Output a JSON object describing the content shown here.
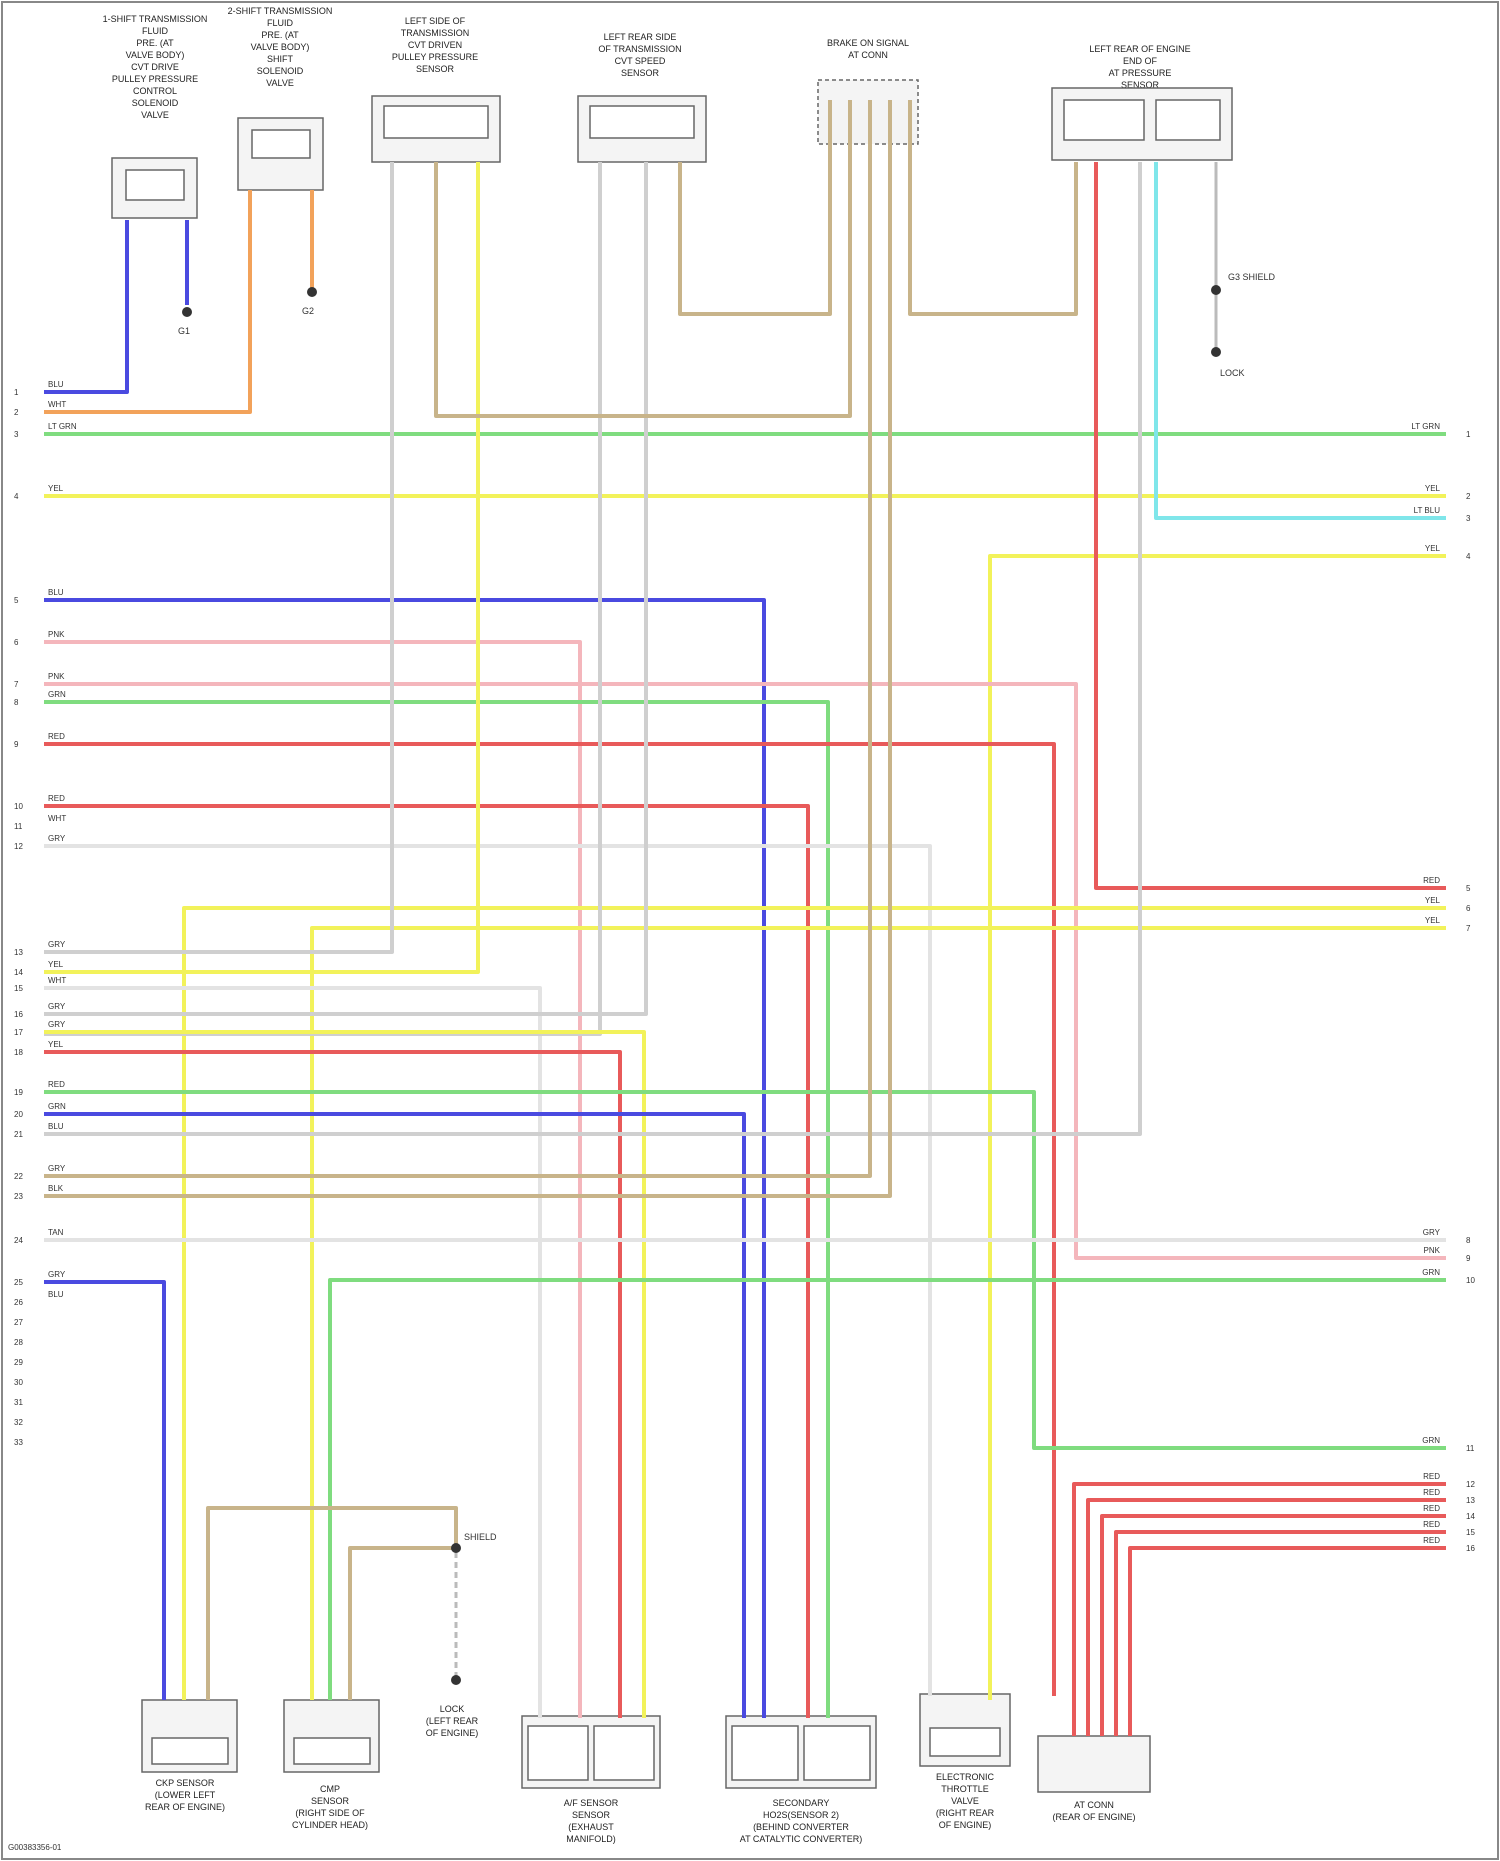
{
  "components_top": [
    {
      "id": "c1",
      "lines": [
        "1-SHIFT TRANSMISSION",
        "FLUID",
        "PRE. (AT",
        "VALVE BODY)",
        "CVT DRIVE",
        "PULLEY PRESSURE",
        "CONTROL",
        "SOLENOID",
        "VALVE"
      ]
    },
    {
      "id": "c2",
      "lines": [
        "2-SHIFT TRANSMISSION",
        "FLUID",
        "PRE. (AT",
        "VALVE BODY)",
        "SHIFT",
        "SOLENOID",
        "VALVE"
      ]
    },
    {
      "id": "c3",
      "lines": [
        "LEFT SIDE OF",
        "TRANSMISSION",
        "CVT DRIVEN",
        "PULLEY PRESSURE",
        "SENSOR"
      ]
    },
    {
      "id": "c4",
      "lines": [
        "LEFT REAR SIDE",
        "OF TRANSMISSION",
        "CVT SPEED",
        "SENSOR"
      ]
    },
    {
      "id": "c5",
      "lines": [
        "BRAKE ON SIGNAL",
        "AT CONN"
      ]
    },
    {
      "id": "c6",
      "lines": [
        "LEFT REAR OF ENGINE",
        "END OF",
        "AT PRESSURE",
        "SENSOR"
      ]
    }
  ],
  "components_bottom": [
    {
      "id": "b1",
      "lines": [
        "CKP SENSOR",
        "(LOWER LEFT",
        "REAR OF ENGINE)"
      ]
    },
    {
      "id": "b2",
      "lines": [
        "CMP",
        "SENSOR",
        "(RIGHT SIDE OF",
        "CYLINDER HEAD)"
      ]
    },
    {
      "id": "b3",
      "lines": [
        "LOCK",
        "(LEFT REAR",
        "OF ENGINE)"
      ]
    },
    {
      "id": "b4",
      "lines": [
        "A/F SENSOR",
        "SENSOR",
        "(EXHAUST",
        "MANIFOLD)"
      ]
    },
    {
      "id": "b5",
      "lines": [
        "SECONDARY",
        "HO2S(SENSOR 2)",
        "(BEHIND CONVERTER",
        "AT CATALYTIC CONVERTER)"
      ]
    },
    {
      "id": "b6",
      "lines": [
        "ELECTRONIC",
        "THROTTLE",
        "VALVE",
        "(RIGHT REAR",
        "OF ENGINE)"
      ]
    },
    {
      "id": "b7",
      "lines": [
        "AT CONN",
        "(REAR OF ENGINE)"
      ]
    }
  ],
  "ground_labels": [
    {
      "id": "g1",
      "text": "G1"
    },
    {
      "id": "g2",
      "text": "G2"
    },
    {
      "id": "g3",
      "text": "G3 SHIELD"
    },
    {
      "id": "g4",
      "text": "SHIELD"
    },
    {
      "id": "g5",
      "text": "LOCK"
    }
  ],
  "wire_labels_left": [
    "BLU",
    "WHT",
    "LT GRN",
    "YEL",
    "BLU",
    "PNK",
    "PNK",
    "GRN",
    "RED",
    "RED",
    "WHT",
    "GRY",
    "GRY",
    "YEL",
    "WHT",
    "GRY",
    "GRY",
    "YEL",
    "RED",
    "GRN",
    "BLU",
    "GRY",
    "BLK",
    "TAN",
    "GRY",
    "BLU"
  ],
  "pin_numbers_left": [
    "1",
    "2",
    "3",
    "4",
    "5",
    "6",
    "7",
    "8",
    "9",
    "10",
    "11",
    "12",
    "13",
    "14",
    "15",
    "16",
    "17",
    "18",
    "19",
    "20",
    "21",
    "22",
    "23",
    "24",
    "25",
    "26",
    "27",
    "28",
    "29",
    "30",
    "31",
    "32",
    "33"
  ],
  "wire_labels_right": [
    "LT GRN",
    "YEL",
    "LT BLU",
    "YEL",
    "RED",
    "YEL",
    "YEL",
    "GRY",
    "PNK",
    "GRN",
    "GRN",
    "RED",
    "RED",
    "RED",
    "RED",
    "RED"
  ],
  "pin_numbers_right": [
    "1",
    "2",
    "3",
    "4",
    "5",
    "6",
    "7",
    "8",
    "9",
    "10",
    "11",
    "12",
    "13",
    "14",
    "15",
    "16"
  ],
  "footer": {
    "code": "G00383356-01"
  },
  "colors": {
    "blue": "#4a4ae0",
    "orange": "#f2a25a",
    "green": "#7fdc7f",
    "yellow": "#f2f25a",
    "pink": "#f4b6bc",
    "red": "#e85a5a",
    "tan": "#c8b48a",
    "gray": "#cfcfcf",
    "cyan": "#7fe6ea",
    "lightgray": "#e3e3e3"
  }
}
